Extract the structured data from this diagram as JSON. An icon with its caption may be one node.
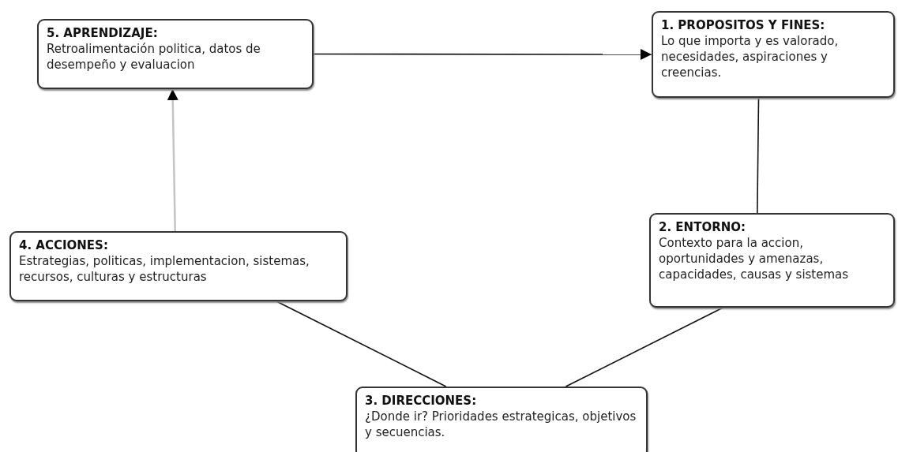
{
  "diagram": {
    "nodes": [
      {
        "text": [
          "5. APRENDIZAJE:",
          "Retroalimentación politica, datos de desempeño y evaluacion"
        ]
      },
      {
        "text": [
          "1. PROPOSITOS Y FINES:",
          "Lo que importa y es valorado, necesidades, aspiraciones y creencias."
        ]
      },
      {
        "text": [
          "2. ENTORNO:",
          "Contexto para la accion, oportunidades y amenazas, capacidades, causas y sistemas"
        ]
      },
      {
        "text": [
          "4. ACCIONES:",
          "Estrategias, politicas, implementacion, sistemas, recursos, culturas y estructuras"
        ]
      },
      {
        "text": [
          "3. DIRECCIONES:",
          "¿Donde ir? Prioridades estrategicas, objetivos y secuencias."
        ]
      }
    ],
    "edges": [
      {
        "from": 0,
        "to": 1,
        "arrow": "to"
      },
      {
        "from": 1,
        "to": 2,
        "arrow": "none"
      },
      {
        "from": 2,
        "to": 4,
        "arrow": "none"
      },
      {
        "from": 3,
        "to": 4,
        "arrow": "none"
      },
      {
        "from": 3,
        "to": 0,
        "arrow": "to",
        "color": "#c4c4c4"
      }
    ]
  }
}
